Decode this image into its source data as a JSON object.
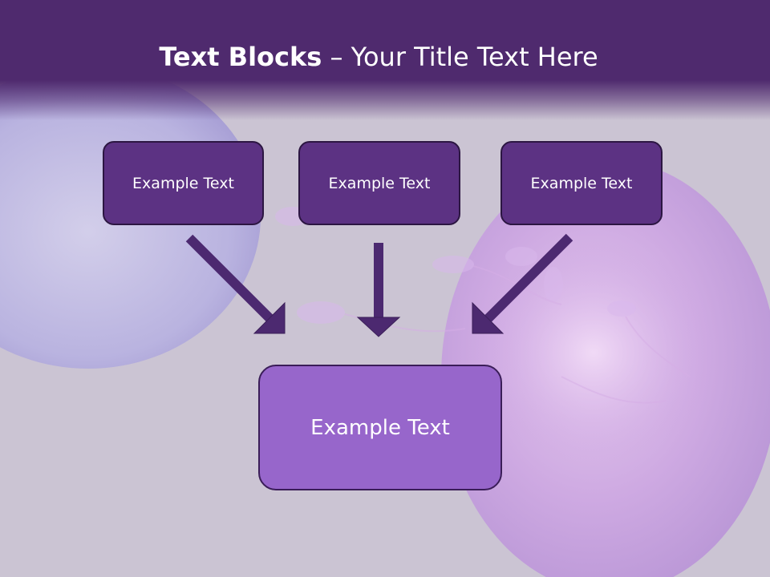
{
  "title": {
    "bold": "Text Blocks",
    "dash": "–",
    "rest": "Your Title Text Here"
  },
  "blocks": {
    "top": [
      "Example Text",
      "Example Text",
      "Example Text"
    ],
    "bottom": "Example Text"
  },
  "colors": {
    "header": "#4f2a6e",
    "top_box": "#5c3283",
    "bottom_box": "#9766cb",
    "arrow": "#4c2970",
    "box_border": "#2c1642"
  }
}
